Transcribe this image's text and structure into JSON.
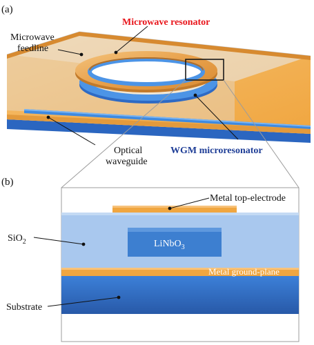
{
  "panel_a": {
    "tag": "(a)",
    "label_resonator": "Microwave resonator",
    "label_feedline_l1": "Microwave",
    "label_feedline_l2": "feedline",
    "label_waveguide_l1": "Optical",
    "label_waveguide_l2": "waveguide",
    "label_wgm": "WGM microresonator"
  },
  "panel_b": {
    "tag": "(b)",
    "label_top_electrode": "Metal top-electrode",
    "label_sio2_base": "SiO",
    "label_sio2_sub": "2",
    "label_linbo3_base": "LiNbO",
    "label_linbo3_sub": "3",
    "label_ground_plane": "Metal ground-plane",
    "label_substrate": "Substrate"
  },
  "colors": {
    "resonator_red": "#e8141a",
    "wgm_blue": "#1f3e97",
    "gold": "#f0a640",
    "blue": "#3d7fd0",
    "light_blue": "#a9c8ee"
  }
}
